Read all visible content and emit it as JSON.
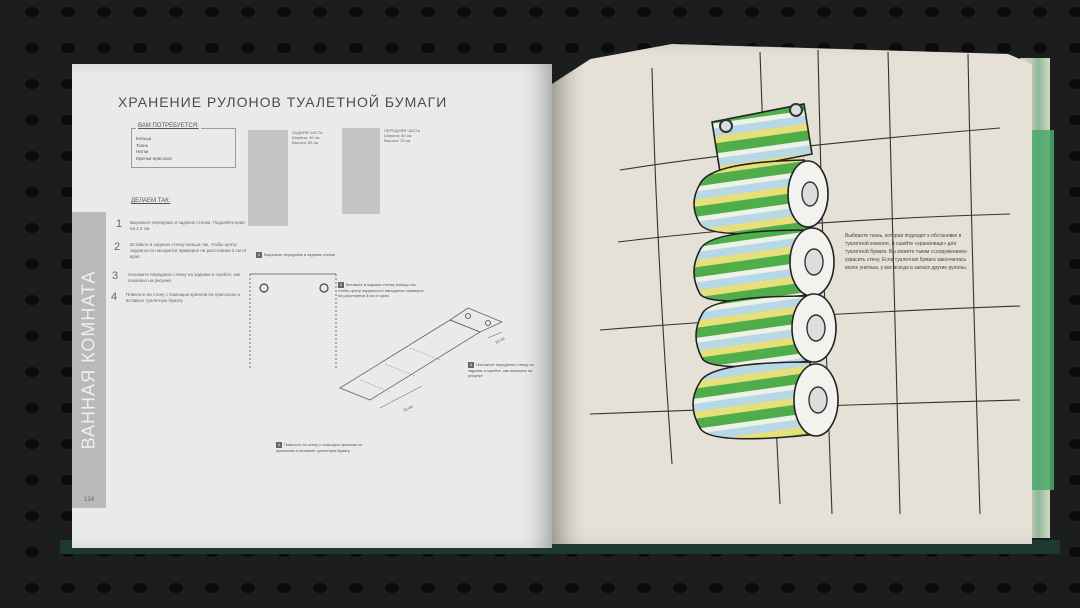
{
  "left_page": {
    "title": "ХРАНЕНИЕ РУЛОНОВ ТУАЛЕТНОЙ БУМАГИ",
    "side_tab": "ВАННАЯ КОМНАТА",
    "need": {
      "heading": "ВАМ ПОТРЕБУЕТСЯ:",
      "items": [
        "Кольца",
        "Ткань",
        "Нитки",
        "Крючки-присоски"
      ]
    },
    "panels": {
      "back": {
        "label_1": "ЗАДНЯЯ ЧАСТЬ",
        "label_2": "Ширина: 30 см",
        "label_3": "Высота: 60 см"
      },
      "front": {
        "label_1": "ПЕРЕДНЯЯ ЧАСТЬ",
        "label_2": "Ширина: 30 см",
        "label_3": "Высота: 75 см"
      }
    },
    "steps_heading": "ДЕЛАЕМ ТАК:",
    "steps": [
      {
        "num": "1",
        "text": "Вырежьте переднюю и заднюю стенки. Подшейте края на 1,5 см."
      },
      {
        "num": "2",
        "text": "Вставьте в заднюю стенку кольца так, чтобы центр окружности находился примерно на расстоянии 3 см от края."
      },
      {
        "num": "3",
        "text": "Наложите переднюю стенку на заднюю и сшейте, как показано на рисунке."
      },
      {
        "num": "4",
        "text": "Повесьте на стену с помощью крючков на присосках и вставьте туалетную бумагу."
      }
    ],
    "figures": {
      "cap_1": "Вырежьте переднюю и заднюю стенки",
      "cap_2": "Вставьте в заднюю стенку кольца так, чтобы центр окружности находился примерно на расстоянии 3 см от края",
      "cap_3": "Наложите переднюю стенку на заднюю и сшейте, как показано на рисунке",
      "cap_4": "Повесьте на стену с помощью крючков на присосках и вставьте туалетную бумагу",
      "dim_1": "15 см",
      "dim_2": "15 см"
    },
    "page_number": "124"
  },
  "right_page": {
    "description": "Выберите ткань, которая подходит к обстановке в туалетной комнате, и сшейте «хранилище» для туалетной бумаги. Вы можете таким «сооружением» украсить стену. Если туалетная бумага закончилась возле унитаза, у вас всегда в запасе другие рулоны."
  },
  "colors": {
    "stripe_green": "#4fae4a",
    "stripe_blue": "#b8d8e6",
    "stripe_yellow": "#e7e07a",
    "stripe_white": "#eef1e8",
    "tab_grey": "#b8bab9"
  }
}
